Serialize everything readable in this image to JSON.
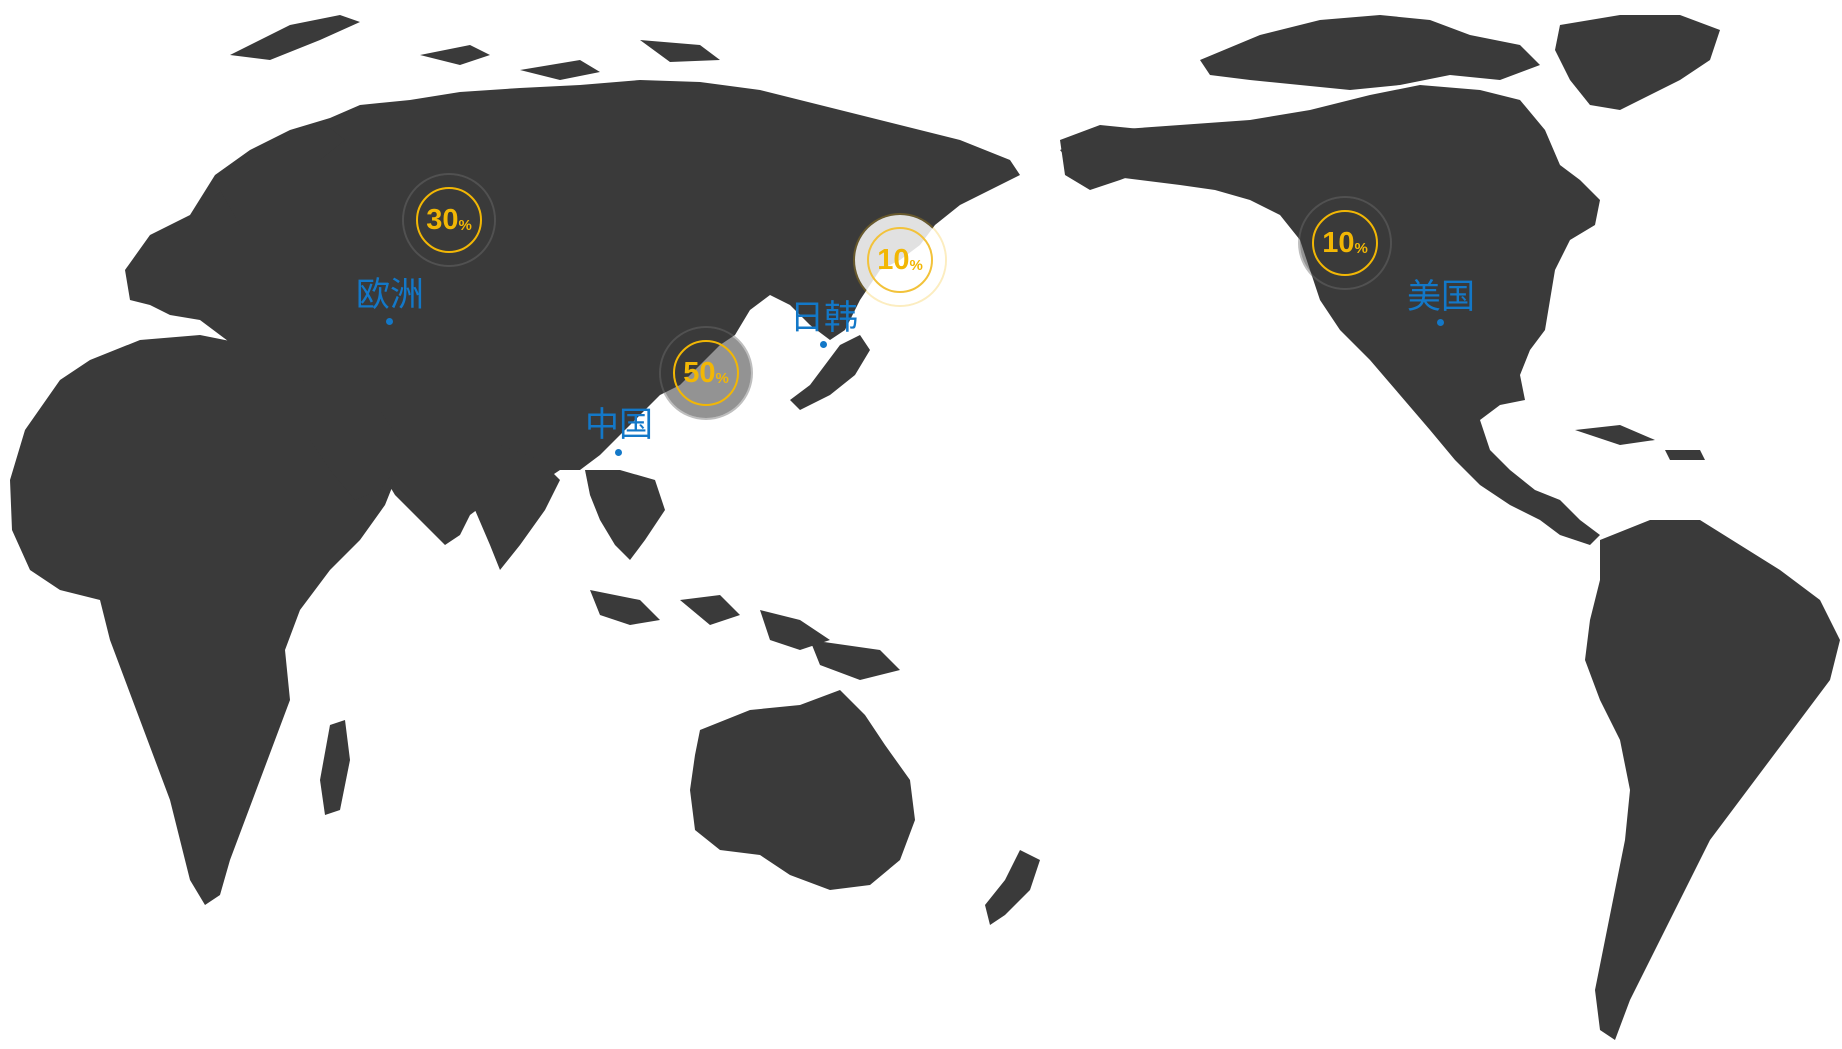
{
  "map": {
    "land_color": "#3a3a3a",
    "label_color": "#1378c8",
    "badge_color": "#f2b705",
    "regions": [
      {
        "id": "europe",
        "label": "欧洲",
        "share": "30",
        "unit": "%"
      },
      {
        "id": "china",
        "label": "中国",
        "share": "50",
        "unit": "%"
      },
      {
        "id": "japan-korea",
        "label": "日韩",
        "share": "10",
        "unit": "%"
      },
      {
        "id": "usa",
        "label": "美国",
        "share": "10",
        "unit": "%"
      }
    ]
  }
}
